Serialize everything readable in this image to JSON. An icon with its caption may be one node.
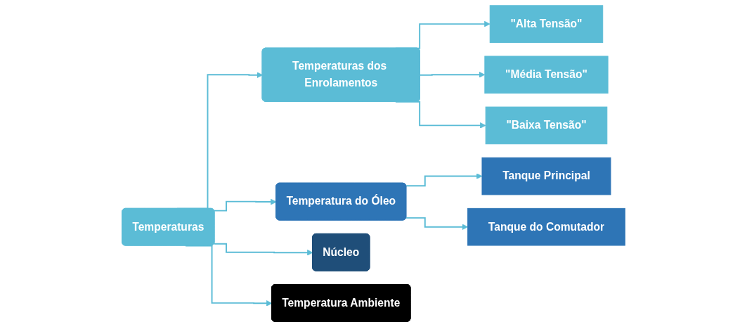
{
  "diagram": {
    "nodes": [
      {
        "text": [
          "Temperaturas"
        ]
      },
      {
        "text": [
          "Temperaturas dos Enrolamentos"
        ]
      },
      {
        "text": [
          "Temperatura do Óleo"
        ]
      },
      {
        "text": [
          "Núcleo"
        ]
      },
      {
        "text": [
          "Temperatura Ambiente"
        ]
      },
      {
        "text": [
          "\"Alta Tensão\""
        ]
      },
      {
        "text": [
          "\"Média Tensão\""
        ]
      },
      {
        "text": [
          "\"Baixa Tensão\""
        ]
      },
      {
        "text": [
          "Tanque Principal"
        ]
      },
      {
        "text": [
          "Tanque do Comutador"
        ]
      }
    ],
    "edges": [
      {
        "from": 0,
        "to": 1,
        "arrow": "to"
      },
      {
        "from": 0,
        "to": 2,
        "arrow": "to"
      },
      {
        "from": 0,
        "to": 3,
        "arrow": "to"
      },
      {
        "from": 0,
        "to": 4,
        "arrow": "to"
      },
      {
        "from": 1,
        "to": 5,
        "arrow": "to"
      },
      {
        "from": 1,
        "to": 6,
        "arrow": "to"
      },
      {
        "from": 1,
        "to": 7,
        "arrow": "to"
      },
      {
        "from": 2,
        "to": 8,
        "arrow": "to"
      },
      {
        "from": 2,
        "to": 9,
        "arrow": "to"
      }
    ]
  }
}
